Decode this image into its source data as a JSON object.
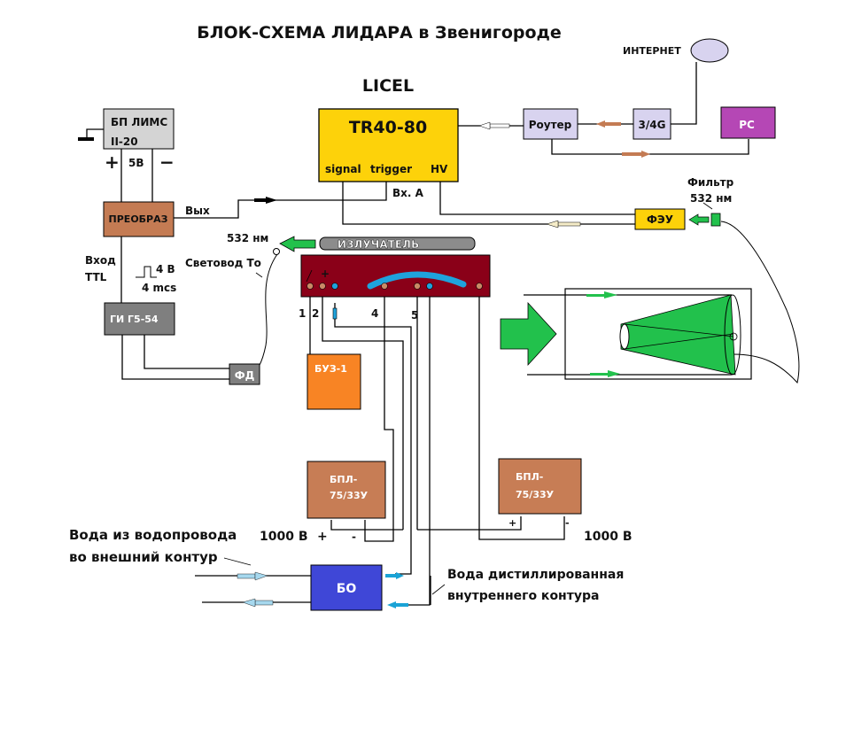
{
  "title": "БЛОК-СХЕМА ЛИДАРА в Звенигороде",
  "subtitle": "LICEL",
  "colors": {
    "licel": "#fdd20a",
    "router": "#d8d3ef",
    "pc": "#b547b5",
    "psu": "#d4d4d4",
    "converter": "#c47b53",
    "generator": "#7f7f7f",
    "emitter_body": "#8a0018",
    "emitter_label": "#8c8c8c",
    "buz": "#f88424",
    "bpl": "#c77d55",
    "bo": "#3f47d7",
    "green": "#22c14c",
    "water_blue": "#1aa3d6",
    "water_light": "#a6d8ee",
    "pin_brown": "#c98a66",
    "pin_blue": "#1fa3dc"
  },
  "blocks": {
    "licel": {
      "name": "TR40-80",
      "ports": [
        "signal",
        "trigger",
        "HV"
      ],
      "input_label": "Вх. А"
    },
    "router": {
      "name": "Роутер"
    },
    "modem": {
      "name": "3/4G"
    },
    "internet": {
      "name": "ИНТЕРНЕТ"
    },
    "pc": {
      "name": "PC"
    },
    "psu": {
      "line1": "БП ЛИМС",
      "line2": "II-20",
      "plus": "+",
      "minus": "−",
      "voltage": "5В"
    },
    "converter": {
      "name": "ПРЕОБРАЗ",
      "output_label": "Вых"
    },
    "ttl": {
      "line1": "Вход",
      "line2": "TTL",
      "pulse_amp": "4 В",
      "pulse_width": "4 mcs"
    },
    "generator": {
      "name": "ГИ Г5-54"
    },
    "photodiode": {
      "name": "ФД"
    },
    "fiber": {
      "label": "Световод То",
      "wavelength": "532 нм"
    },
    "emitter": {
      "name": "ИЗЛУЧАТЕЛЬ",
      "pin_labels": [
        "1",
        "2",
        "4",
        "5"
      ],
      "plus": "+"
    },
    "pmt": {
      "name": "ФЭУ",
      "filter_line1": "Фильтр",
      "filter_line2": "532 нм"
    },
    "buz": {
      "name": "БУЗ-1"
    },
    "bpl_left": {
      "line1": "БПЛ-",
      "line2": "75/33У",
      "voltage": "1000 В",
      "plus": "+",
      "minus": "-"
    },
    "bpl_right": {
      "line1": "БПЛ-",
      "line2": "75/33У",
      "voltage": "1000 В",
      "plus": "+",
      "minus": "-"
    },
    "bo": {
      "name": "БО"
    }
  },
  "notes": {
    "tap_water_line1": "Вода из водопровода",
    "tap_water_line2": "во внешний контур",
    "dist_water_line1": "Вода дистиллированная",
    "dist_water_line2": "внутреннего контура"
  }
}
